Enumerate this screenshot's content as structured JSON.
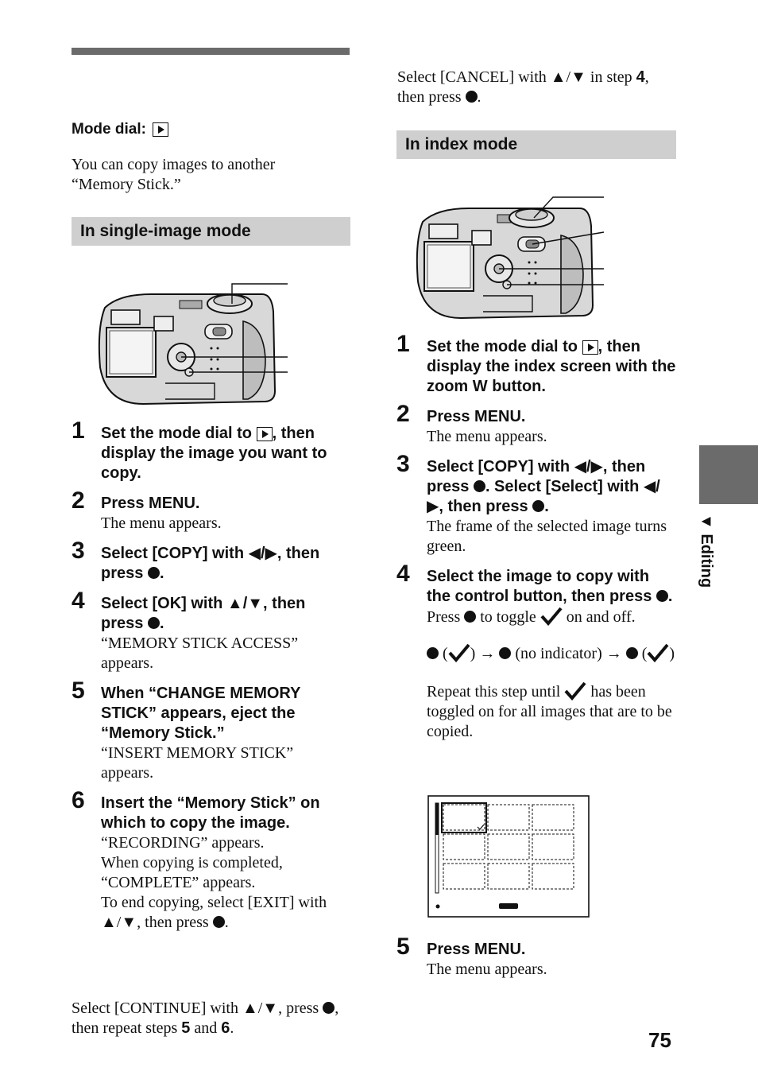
{
  "header": {
    "mode_dial_label": "Mode dial:",
    "intro": "You can copy images to another “Memory Stick.”"
  },
  "single": {
    "heading": "In single-image mode",
    "steps": [
      {
        "num": "1",
        "title_a": "Set the mode dial to",
        "title_b": ", then display the image you want to copy."
      },
      {
        "num": "2",
        "title": "Press MENU.",
        "body": "The menu appears."
      },
      {
        "num": "3",
        "title_a": "Select [COPY] with ◀/▶, then press",
        "title_b": "."
      },
      {
        "num": "4",
        "title_a": "Select [OK] with ▲/▼, then press",
        "title_b": ".",
        "body": "“MEMORY STICK ACCESS” appears."
      },
      {
        "num": "5",
        "title": "When “CHANGE MEMORY STICK” appears, eject the “Memory Stick.”",
        "body": "“INSERT MEMORY STICK” appears."
      },
      {
        "num": "6",
        "title": "Insert the “Memory Stick” on which to copy the image.",
        "body1": "“RECORDING” appears.",
        "body2": "When copying is completed, “COMPLETE” appears.",
        "body3_a": "To end copying, select [EXIT] with ▲/▼, then press",
        "body3_b": "."
      }
    ],
    "footer_a": "Select [CONTINUE] with ▲/▼, press",
    "footer_b": ", then repeat steps",
    "footer_n1": "5",
    "footer_and": "and",
    "footer_n2": "6",
    "footer_end": "."
  },
  "right_top": {
    "text_a": "Select [CANCEL] with ▲/▼ in step",
    "text_n": "4",
    "text_b": ", then press",
    "text_c": "."
  },
  "index": {
    "heading": "In index mode",
    "steps": [
      {
        "num": "1",
        "title_a": "Set the mode dial to",
        "title_b": ", then display the index screen with the zoom W button."
      },
      {
        "num": "2",
        "title": "Press MENU.",
        "body": "The menu appears."
      },
      {
        "num": "3",
        "title_a": "Select [COPY] with ◀/▶, then press",
        "title_b": ". Select [Select] with ◀/▶, then press",
        "title_c": ".",
        "body": "The frame of the selected image turns green."
      },
      {
        "num": "4",
        "title_a": "Select the image to copy with the control button, then press",
        "title_b": ".",
        "body_a": "Press",
        "body_b": "to toggle",
        "body_c": "on and off.",
        "seq_a": "(",
        "seq_b": ") →",
        "seq_c": "(no indicator) →",
        "seq_d": "(",
        "seq_e": ")",
        "repeat_a": "Repeat this step until",
        "repeat_b": "has been toggled on for all images that are to be copied."
      },
      {
        "num": "5",
        "title": "Press MENU.",
        "body": "The menu appears."
      }
    ]
  },
  "side_tab_label": "▼ Editing",
  "page_number": "75"
}
